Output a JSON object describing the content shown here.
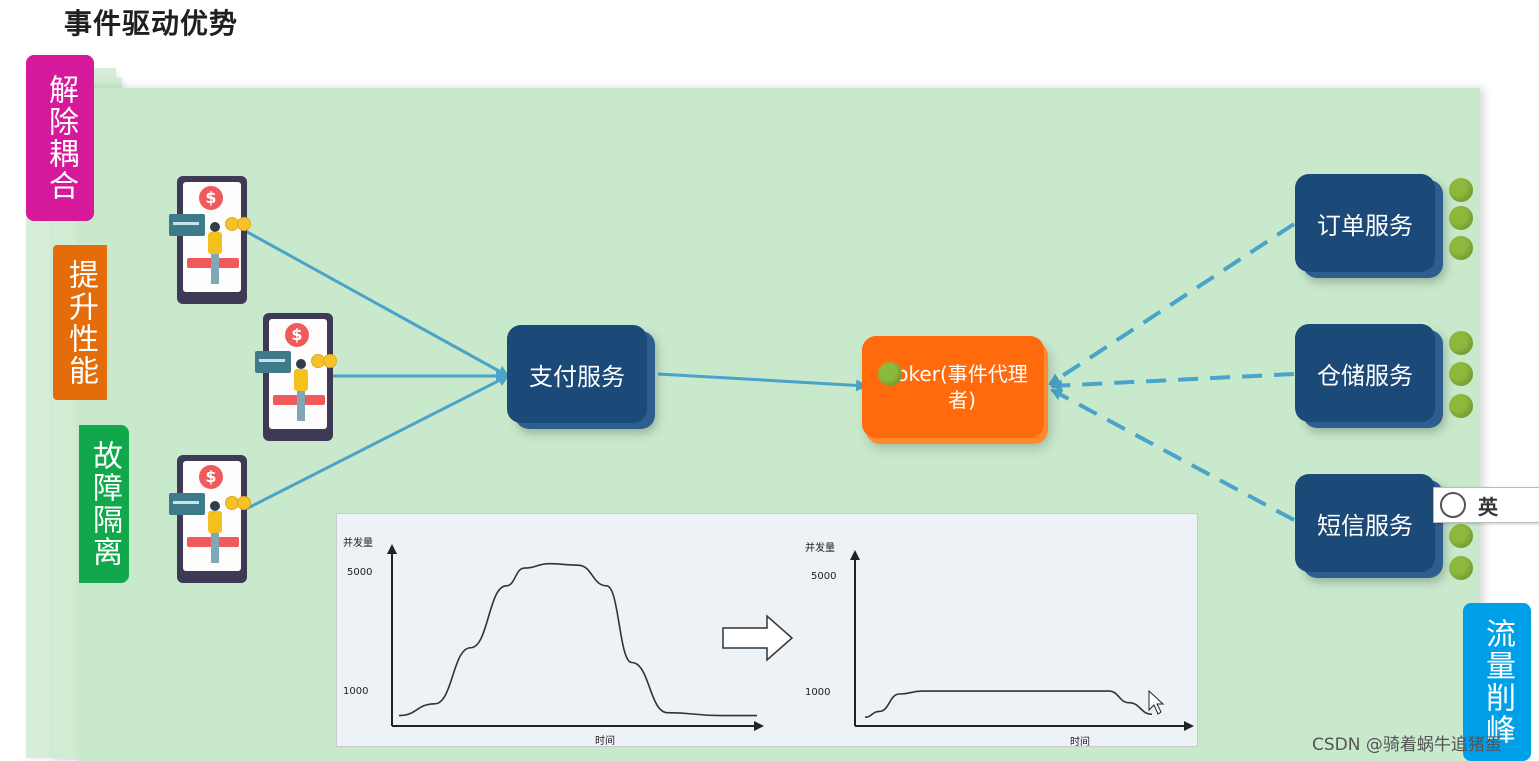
{
  "title": "事件驱动优势",
  "side_labels": {
    "decouple": "解除耦合",
    "performance": "提升性能",
    "fault_isolation": "故障隔离",
    "traffic_shaping": "流量削峰"
  },
  "services": {
    "payment": "支付服务",
    "order": "订单服务",
    "storage": "仓储服务",
    "sms": "短信服务"
  },
  "broker": {
    "label": "oker(事件代理者)"
  },
  "phone_icon_symbol": "$",
  "chart_data": [
    {
      "type": "line",
      "ylabel": "并发量",
      "xlabel": "时间",
      "y_ticks": [
        "5000",
        "1000"
      ],
      "series": [
        {
          "x": [
            0,
            0.1,
            0.2,
            0.3,
            0.35,
            0.42,
            0.5,
            0.58,
            0.65,
            0.75,
            0.9,
            1.0
          ],
          "values": [
            200,
            600,
            2500,
            4600,
            5200,
            5350,
            5300,
            4600,
            2000,
            300,
            200,
            200
          ]
        }
      ]
    },
    {
      "type": "line",
      "ylabel": "并发量",
      "xlabel": "时间",
      "y_ticks": [
        "5000",
        "1000"
      ],
      "series": [
        {
          "x": [
            0,
            0.05,
            0.12,
            0.2,
            0.4,
            0.6,
            0.8,
            0.85,
            0.92,
            1.0
          ],
          "values": [
            200,
            400,
            1000,
            1100,
            1100,
            1100,
            1100,
            1100,
            700,
            300
          ]
        }
      ]
    }
  ],
  "ime": {
    "icon": "clock-icon",
    "text": "英"
  },
  "watermark": "CSDN @骑着蜗牛追猪蛋",
  "colors": {
    "panel_green": "#c8e9cc",
    "service_blue": "#1c4a78",
    "broker_orange": "#ff6a0c",
    "decouple_magenta": "#d6189a",
    "performance_orange": "#e46c0a",
    "fault_green": "#11a84b",
    "traffic_blue": "#00a0e9",
    "arrow_blue": "#4aa3c8",
    "dot_green": "#8cb83c"
  }
}
